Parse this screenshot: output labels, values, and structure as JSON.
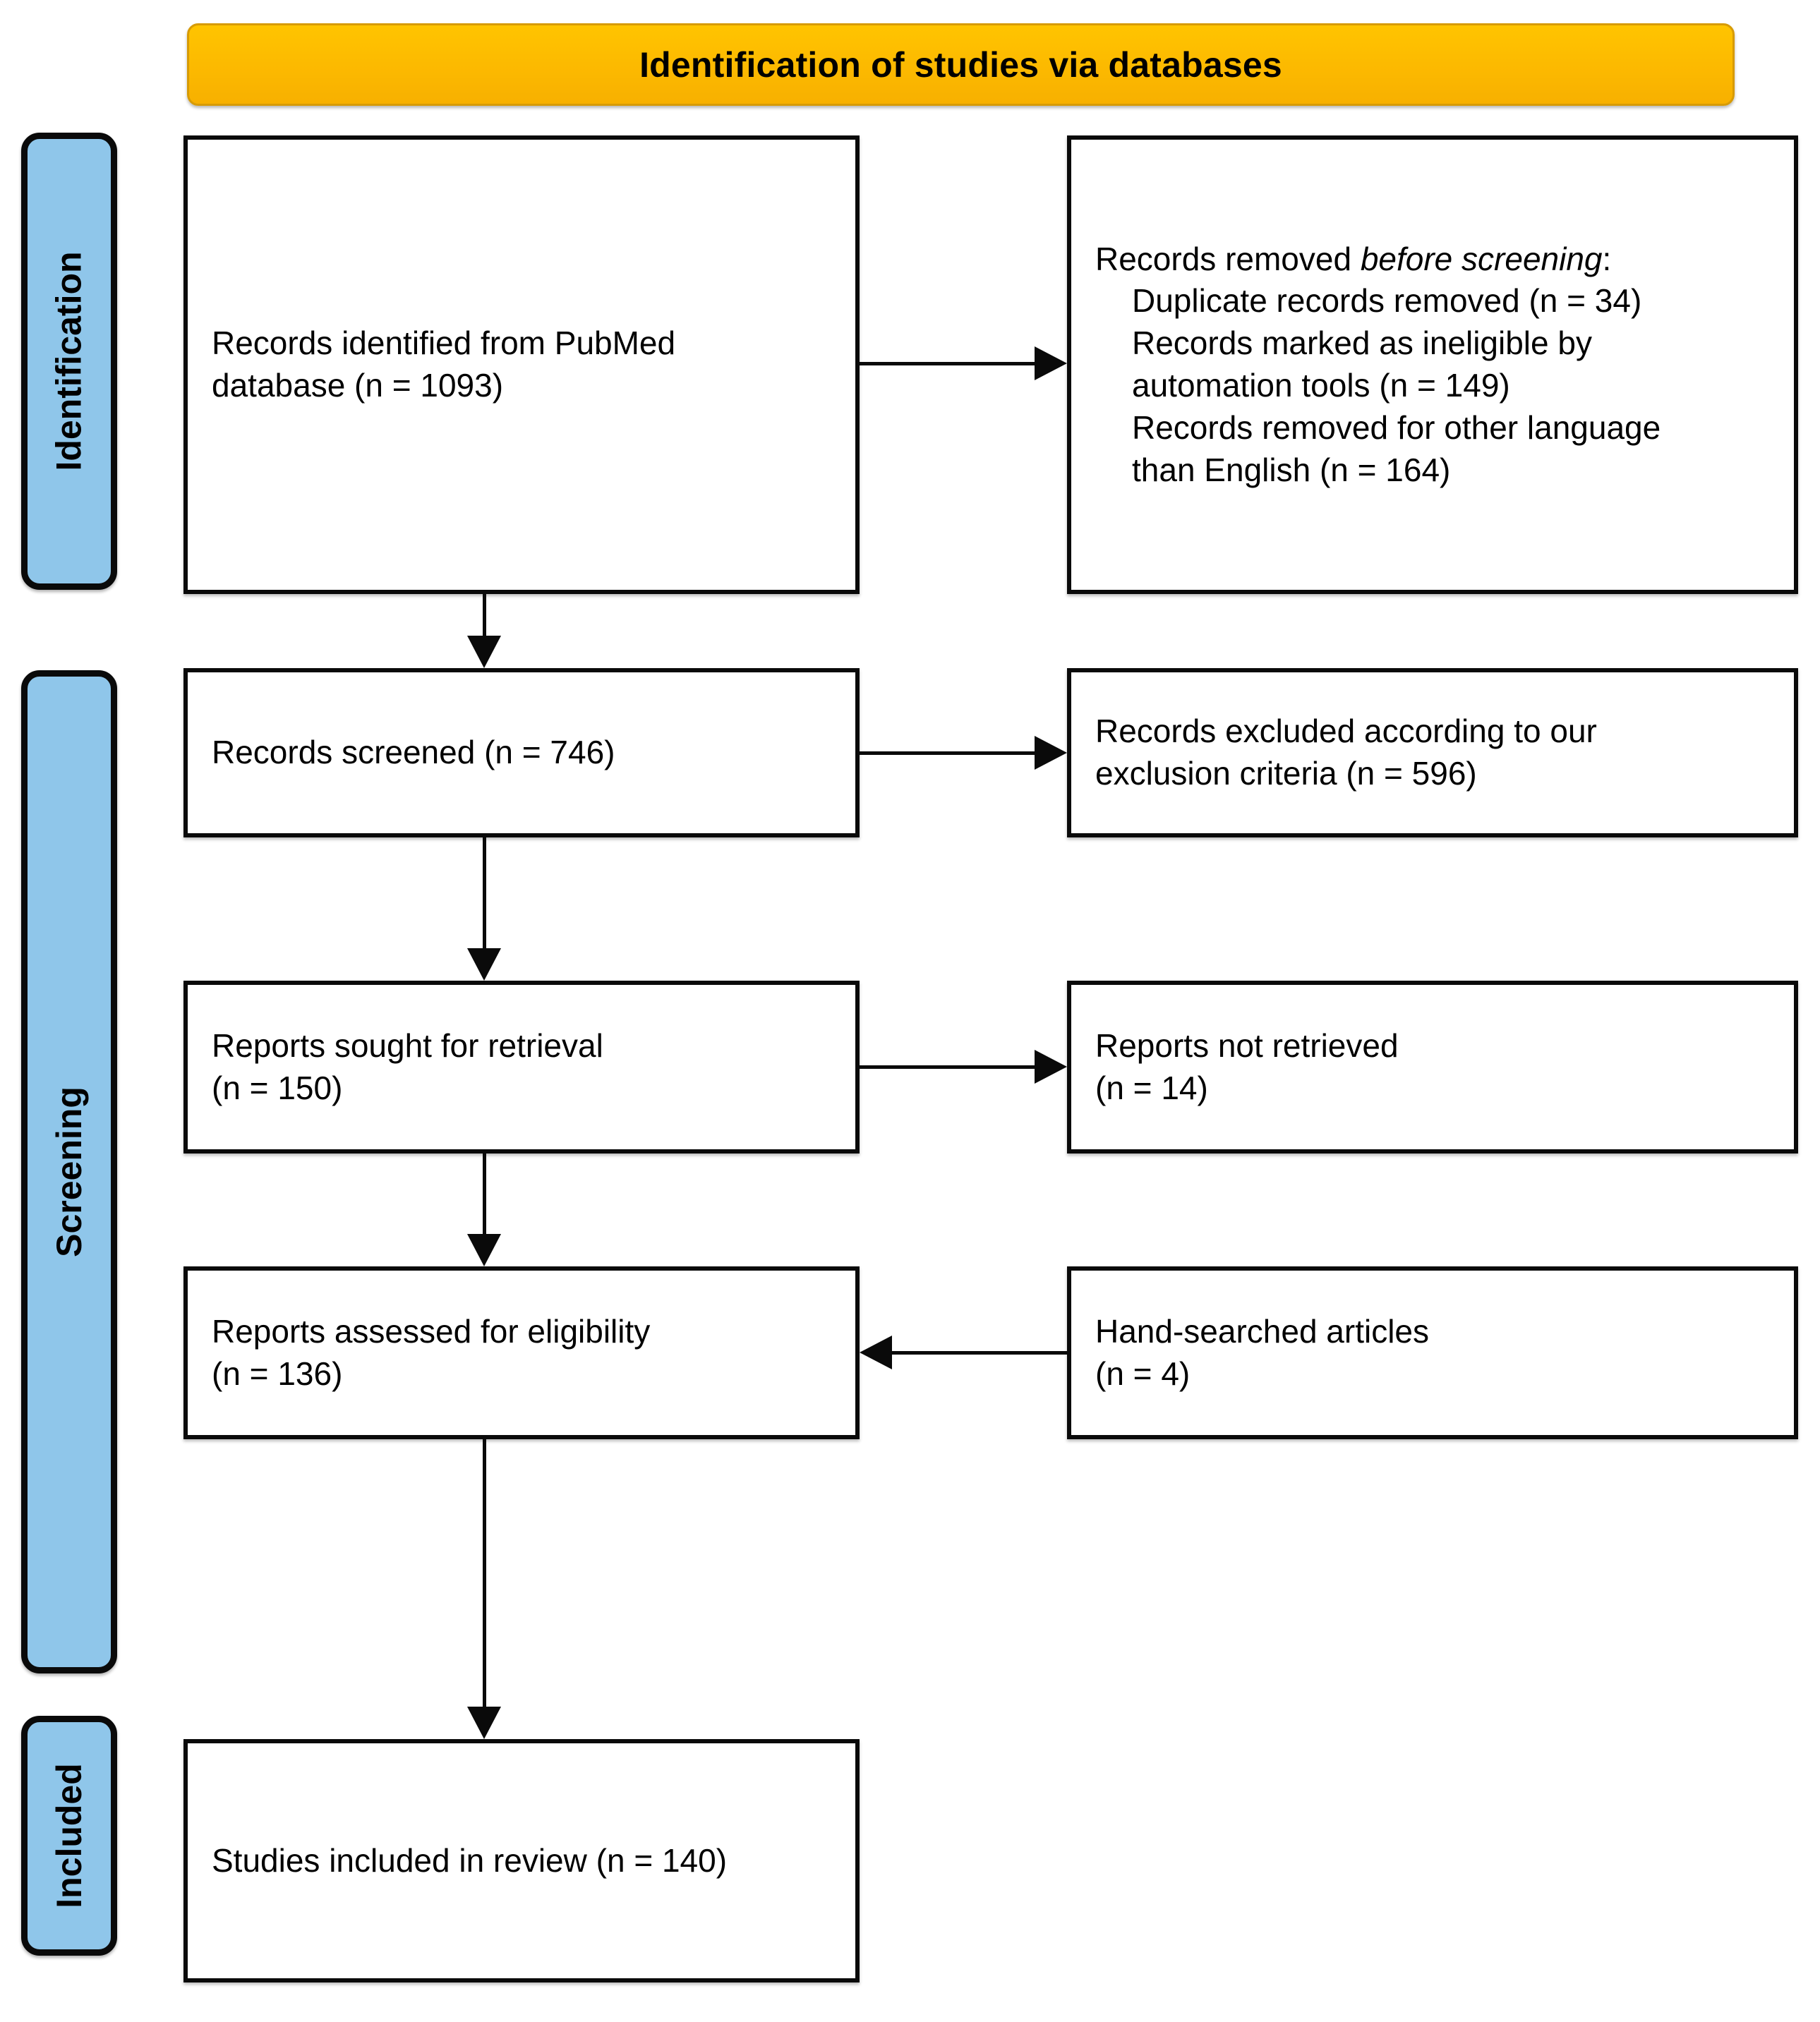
{
  "header": {
    "title": "Identification of studies via databases"
  },
  "colors": {
    "banner_fill": "#FCB900",
    "banner_border": "#D79B06",
    "stage_fill": "#8FC6EA",
    "box_border": "#0A0A0A",
    "box_fill": "#FFFFFF",
    "text": "#000000"
  },
  "stages": [
    {
      "id": "identification",
      "label": "Identification"
    },
    {
      "id": "screening",
      "label": "Screening"
    },
    {
      "id": "included",
      "label": "Included"
    }
  ],
  "boxes": {
    "identified": {
      "line1": "Records identified from PubMed",
      "line2": "database (n = 1093)"
    },
    "removed": {
      "heading_prefix": "Records removed ",
      "heading_italic": "before screening",
      "heading_suffix": ":",
      "items": [
        "Duplicate records removed (n = 34)",
        "Records marked as ineligible by",
        "automation tools (n = 149)",
        "Records removed for other language",
        "than English (n = 164)"
      ]
    },
    "screened": {
      "line1": "Records screened (n = 746)"
    },
    "excluded": {
      "line1": "Records excluded according to our",
      "line2": "exclusion criteria (n = 596)"
    },
    "sought": {
      "line1": "Reports sought for retrieval",
      "line2": "(n = 150)"
    },
    "not_retrieved": {
      "line1": "Reports not retrieved",
      "line2": "(n = 14)"
    },
    "assessed": {
      "line1": "Reports assessed for eligibility",
      "line2": "(n = 136)"
    },
    "hand_searched": {
      "line1": "Hand-searched articles",
      "line2": "(n = 4)"
    },
    "included": {
      "line1": "Studies included in review (n = 140)"
    }
  },
  "flow_data": {
    "type": "prisma-flow",
    "counts": {
      "records_identified_pubmed": 1093,
      "duplicate_records_removed": 34,
      "records_ineligible_automation": 149,
      "records_removed_other_language": 164,
      "records_screened": 746,
      "records_excluded_criteria": 596,
      "reports_sought_for_retrieval": 150,
      "reports_not_retrieved": 14,
      "reports_assessed_for_eligibility": 136,
      "hand_searched_articles": 4,
      "studies_included_in_review": 140
    },
    "edges": [
      {
        "from": "identified",
        "to": "screened",
        "direction": "down"
      },
      {
        "from": "identified",
        "to": "removed",
        "direction": "right"
      },
      {
        "from": "screened",
        "to": "sought",
        "direction": "down"
      },
      {
        "from": "screened",
        "to": "excluded",
        "direction": "right"
      },
      {
        "from": "sought",
        "to": "assessed",
        "direction": "down"
      },
      {
        "from": "sought",
        "to": "not_retrieved",
        "direction": "right"
      },
      {
        "from": "hand_searched",
        "to": "assessed",
        "direction": "left"
      },
      {
        "from": "assessed",
        "to": "included",
        "direction": "down"
      }
    ]
  }
}
